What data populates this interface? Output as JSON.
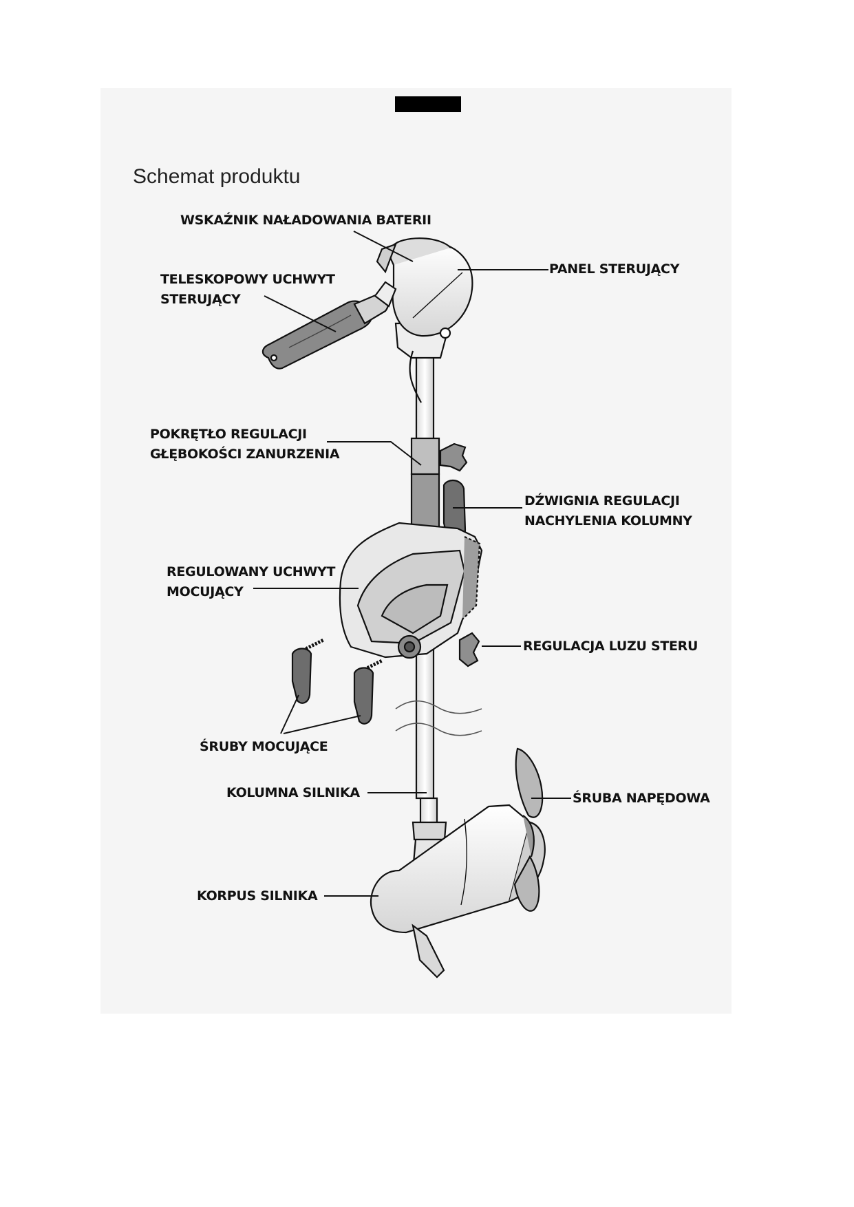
{
  "title": "Schemat produktu",
  "callouts": {
    "battery_indicator": "WSKAŹNIK NAŁADOWANIA BATERII",
    "control_panel": "PANEL STERUJĄCY",
    "tiller_line1": "TELESKOPOWY UCHWYT",
    "tiller_line2": "STERUJĄCY",
    "depth_knob_line1": "POKRĘTŁO REGULACJI",
    "depth_knob_line2": "GŁĘBOKOŚCI ZANURZENIA",
    "tilt_lever_line1": "DŹWIGNIA REGULACJI",
    "tilt_lever_line2": "NACHYLENIA KOLUMNY",
    "bracket_line1": "REGULOWANY UCHWYT",
    "bracket_line2": "MOCUJĄCY",
    "steering_tension": "REGULACJA LUZU STERU",
    "clamp_screws": "ŚRUBY MOCUJĄCE",
    "shaft": "KOLUMNA SILNIKA",
    "propeller": "ŚRUBA NAPĘDOWA",
    "motor_housing": "KORPUS SILNIKA"
  }
}
